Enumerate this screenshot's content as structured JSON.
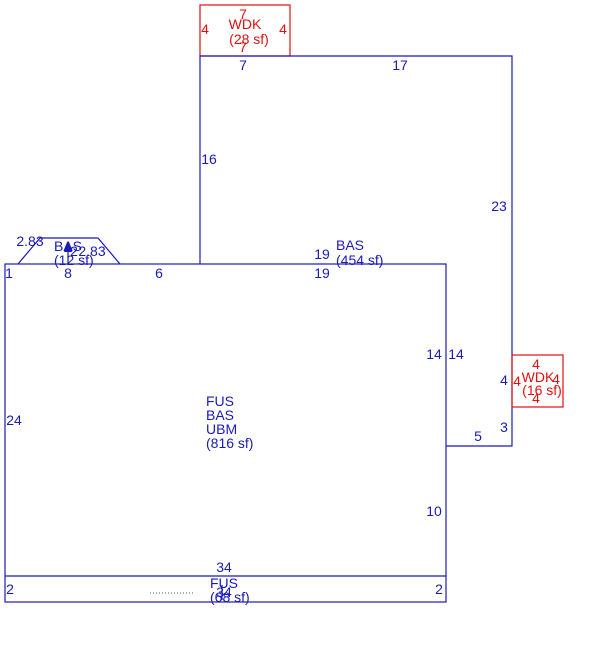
{
  "colors": {
    "blue": "#1a1ab8",
    "red": "#e01010",
    "background": "#ffffff"
  },
  "top_deck": {
    "code": "WDK",
    "area": "(28 sf)",
    "dim_top": "7",
    "dim_bottom": "7",
    "dim_left": "4",
    "dim_right": "4"
  },
  "upper_bas": {
    "code": "BAS",
    "area": "(454 sf)",
    "dim_top_left": "7",
    "dim_top_right": "17",
    "dim_left": "16",
    "dim_right": "23",
    "dim_bottom_outer": "19",
    "dim_bottom_inner": "19",
    "dim_inner_left": "14",
    "dim_inner_right": "14",
    "dim_step": "5",
    "dim_step_right": "3",
    "dim_right_lower": "4"
  },
  "small_bas": {
    "code": "BAS",
    "area": "(12 sf)",
    "dim_left": "2.83",
    "dim_right": "2.83",
    "dim_mid": "2",
    "dim_bottom": "8"
  },
  "main": {
    "line1": "FUS",
    "line2": "BAS",
    "line3": "UBM",
    "area": "(816 sf)",
    "dim_corner": "1",
    "dim_top_seg": "6",
    "dim_left": "24",
    "dim_right_lower": "10",
    "dim_bottom": "34"
  },
  "right_deck": {
    "code": "WDK",
    "area": "(16 sf)",
    "dim_top": "4",
    "dim_bottom": "4",
    "dim_left": "4",
    "dim_right": "4"
  },
  "strip": {
    "code": "FUS",
    "area": "(68 sf)",
    "dim_left": "2",
    "dim_right": "2",
    "dim_mid": "34"
  }
}
